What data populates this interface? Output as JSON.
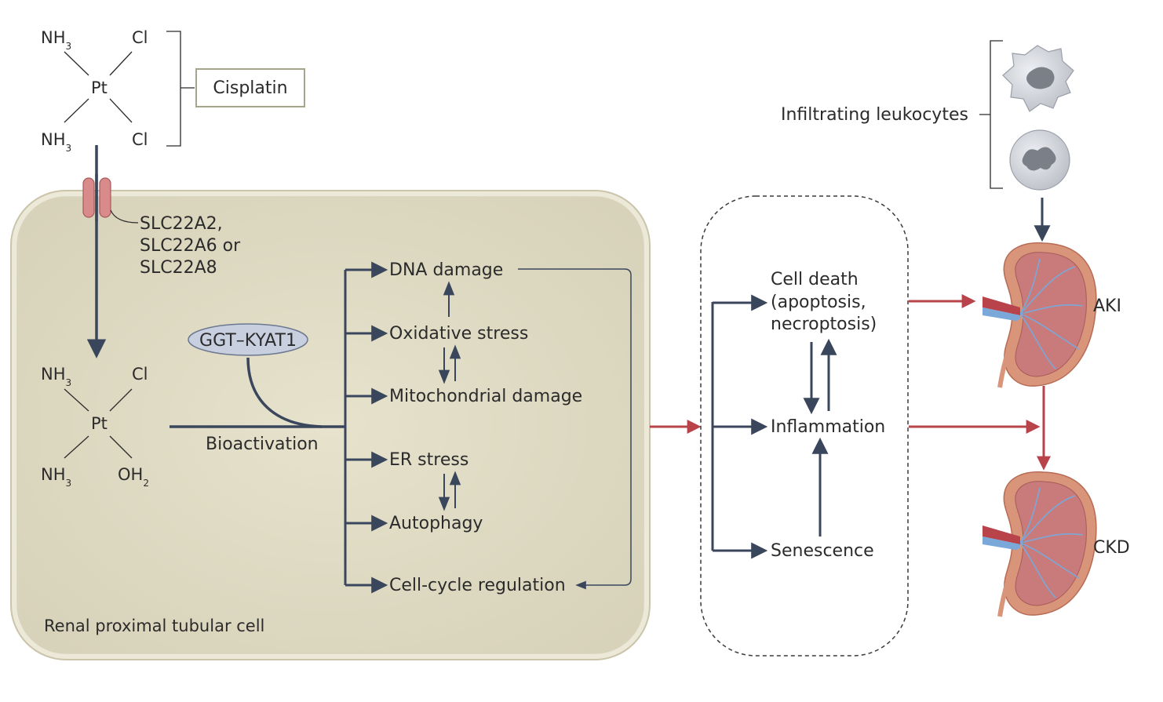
{
  "cisplatin": {
    "label": "Cisplatin",
    "structure": {
      "top_left": "NH",
      "top_left_sub": "3",
      "top_right": "Cl",
      "center": "Pt",
      "bottom_left": "NH",
      "bottom_left_sub": "3",
      "bottom_right": "Cl"
    }
  },
  "transporter": {
    "line1": "SLC22A2,",
    "line2": "SLC22A6 or",
    "line3": "SLC22A8"
  },
  "aquated": {
    "top_left": "NH",
    "top_left_sub": "3",
    "top_right": "Cl",
    "center": "Pt",
    "bottom_left": "NH",
    "bottom_left_sub": "3",
    "bottom_right": "OH",
    "bottom_right_sub": "2"
  },
  "enzyme": {
    "label": "GGT–KYAT1"
  },
  "bioactivation": {
    "label": "Bioactivation"
  },
  "cell": {
    "name": "Renal proximal tubular cell"
  },
  "mechanisms": [
    "DNA damage",
    "Oxidative stress",
    "Mitochondrial damage",
    "ER stress",
    "Autophagy",
    "Cell-cycle regulation"
  ],
  "outcomes": {
    "cell_death_1": "Cell death",
    "cell_death_2": "(apoptosis,",
    "cell_death_3": "necroptosis)",
    "inflammation": "Inflammation",
    "senescence": "Senescence"
  },
  "leukocytes": {
    "label": "Infiltrating leukocytes"
  },
  "kidneys": {
    "aki": "AKI",
    "ckd": "CKD"
  },
  "colors": {
    "cell_fill": "#e2ddc6",
    "cell_border": "#d4d0b8",
    "dark_arrow": "#3a465c",
    "red_arrow": "#b8434a",
    "transporter": "#d98a8a",
    "enzyme_fill": "#c8d0e0",
    "kidney_tissue": "#d9957a",
    "kidney_vessels": "#7aa8d8"
  }
}
